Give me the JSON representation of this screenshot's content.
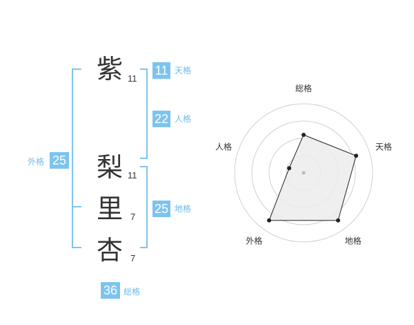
{
  "name": {
    "chars": [
      {
        "char": "紫",
        "strokes": "11"
      },
      {
        "char": "梨",
        "strokes": "11"
      },
      {
        "char": "里",
        "strokes": "7"
      },
      {
        "char": "杏",
        "strokes": "7"
      }
    ]
  },
  "fortune": {
    "tenkaku": {
      "value": "11",
      "label": "天格"
    },
    "jinkaku": {
      "value": "22",
      "label": "人格"
    },
    "chikaku": {
      "value": "25",
      "label": "地格"
    },
    "gaikaku": {
      "value": "25",
      "label": "外格"
    },
    "soukaku": {
      "value": "36",
      "label": "総格"
    }
  },
  "colors": {
    "accent": "#7cc4ef",
    "text": "#333333",
    "radar_fill": "#ececec",
    "ring": "#cfcfcf"
  },
  "chart_data": {
    "type": "radar",
    "axes": [
      "総格",
      "天格",
      "地格",
      "外格",
      "人格"
    ],
    "values": [
      0.55,
      0.8,
      0.85,
      0.85,
      0.22
    ],
    "range": [
      0,
      1
    ],
    "rings": 4
  }
}
